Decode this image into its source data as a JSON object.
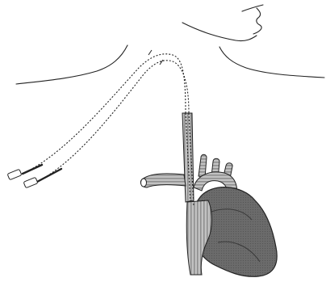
{
  "diagram": {
    "parts": [
      "neck-outline",
      "chin-outline",
      "shoulder-outline",
      "heart",
      "superior-vena-cava",
      "aortic-arch",
      "venous-cannula",
      "catheter-tubes",
      "catheter-hub-connectors"
    ],
    "colors": {
      "line": "#1a1a1a",
      "heart_fill": "#6e6e6e",
      "vessel_fill": "#b4b4b4",
      "background": "#ffffff"
    }
  }
}
